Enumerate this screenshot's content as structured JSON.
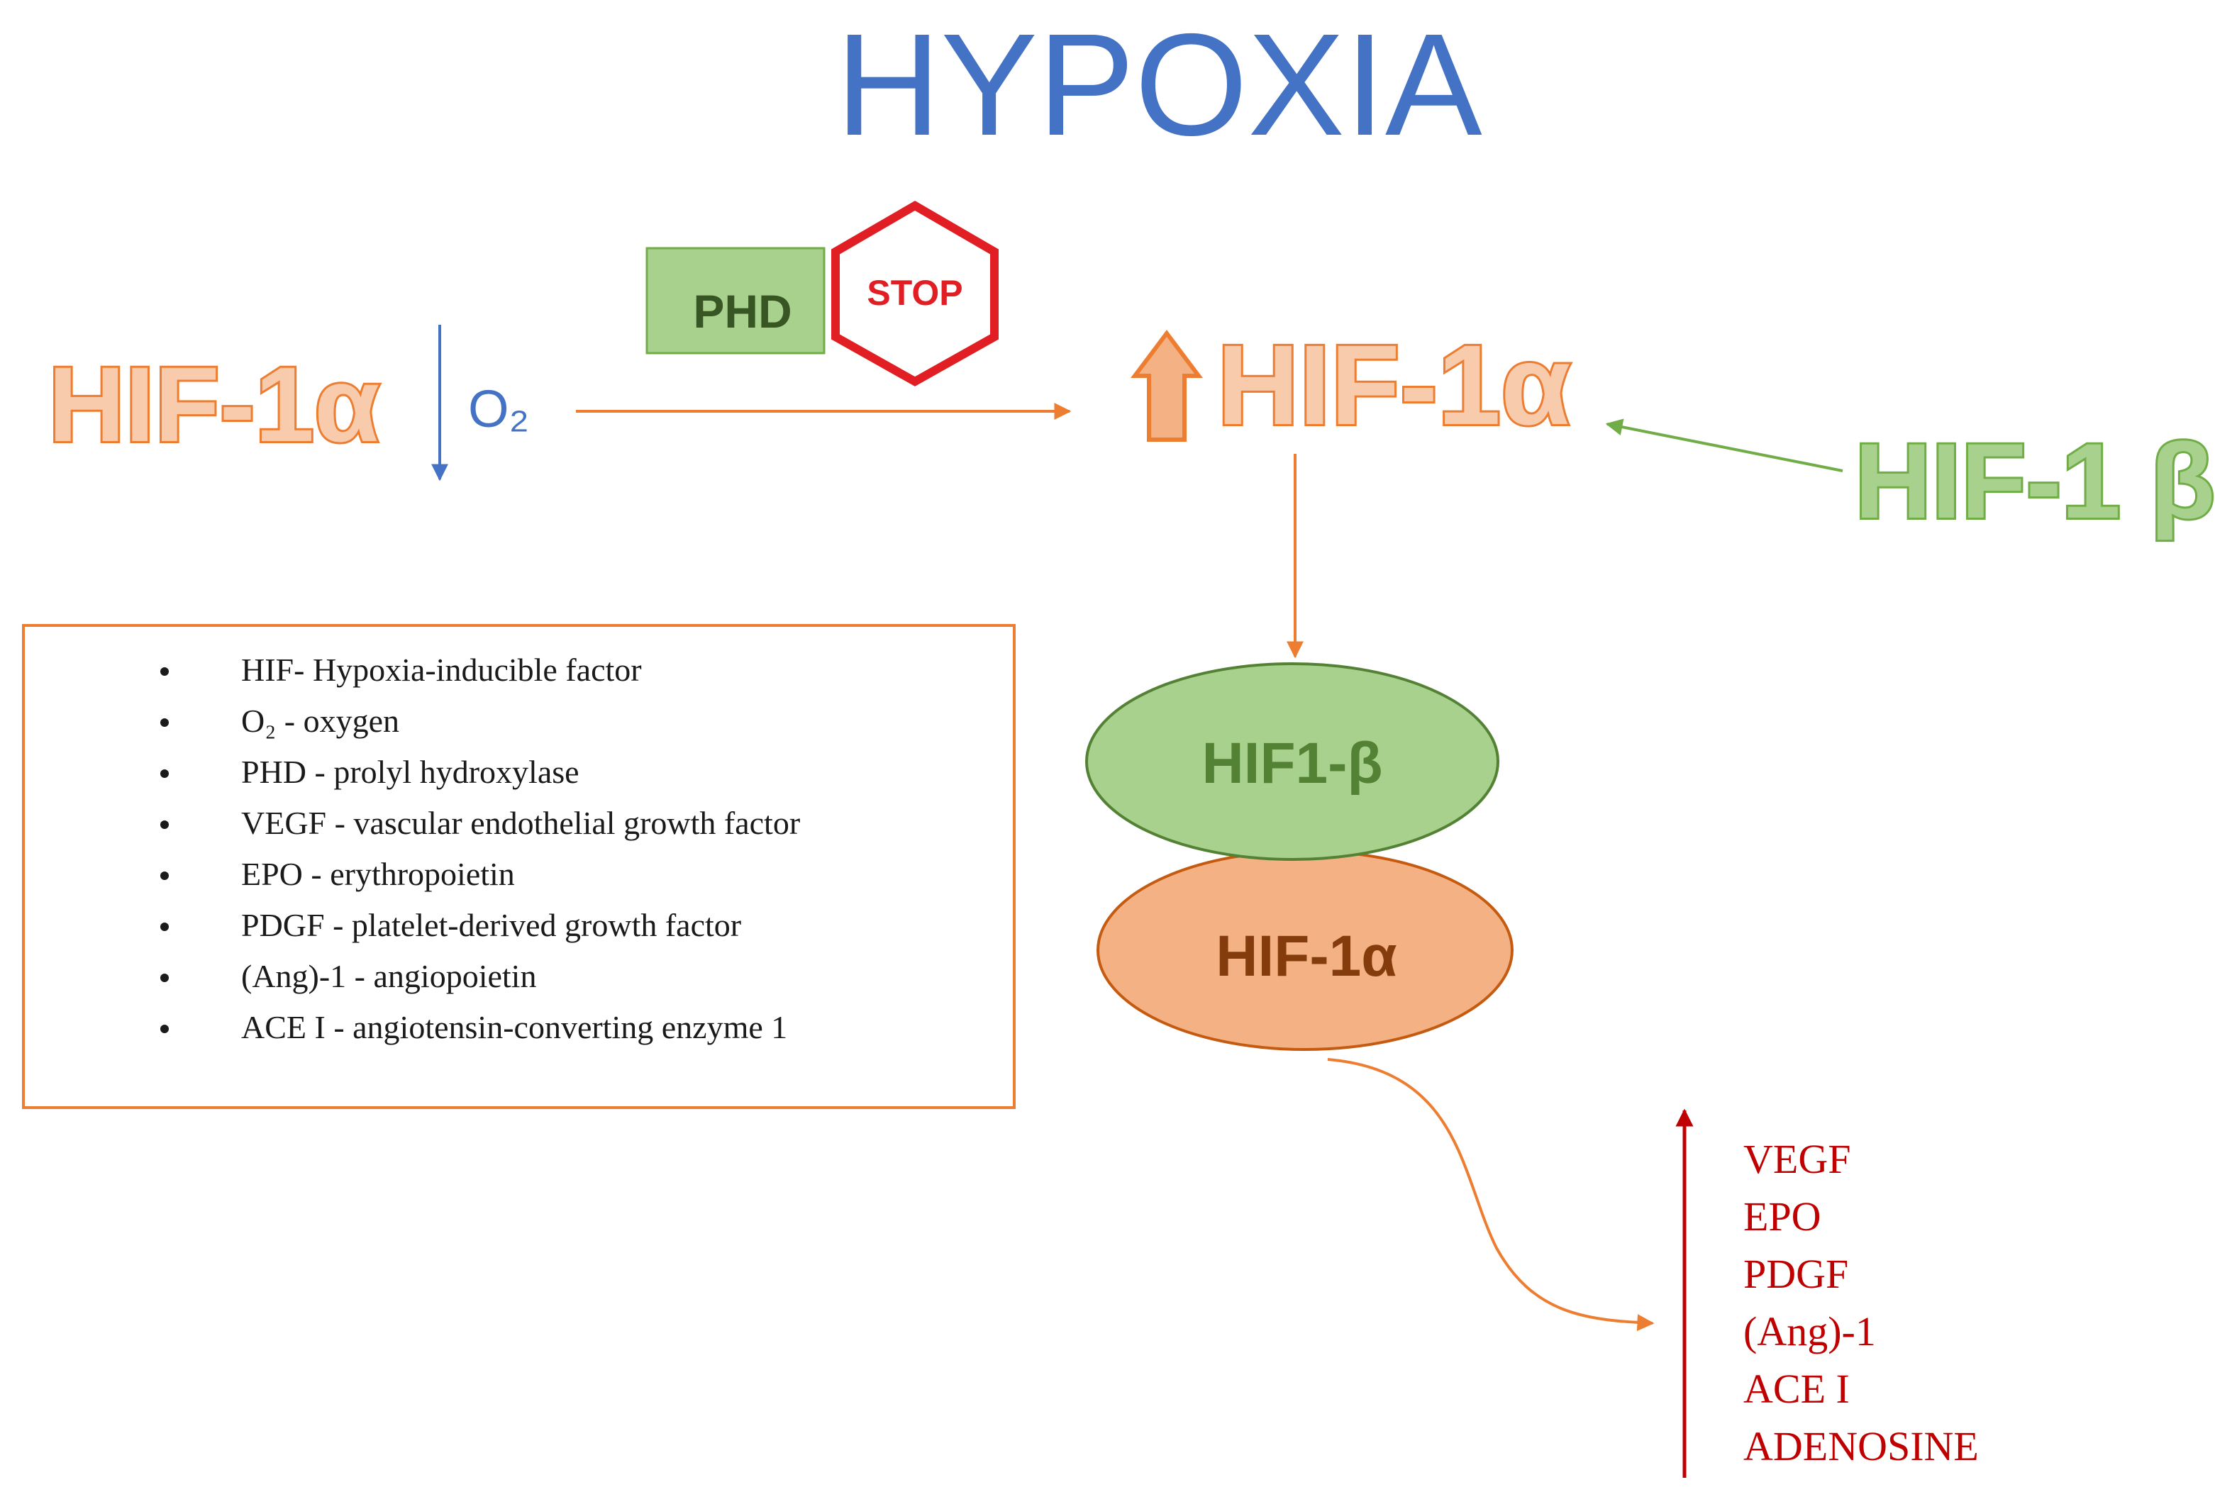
{
  "title": "HYPOXIA",
  "left_factor": "HIF-1α",
  "oxygen_label": "O₂",
  "phd_label": "PHD",
  "stop_label": "STOP",
  "upregulated_factor": "HIF-1α",
  "partner_factor": "HIF-1 β",
  "complex": {
    "top": "HIF1-β",
    "bottom": "HIF-1α"
  },
  "legend": [
    "HIF- Hypoxia-inducible factor",
    "O₂ - oxygen",
    "PHD - prolyl hydroxylase",
    "VEGF - vascular endothelial growth factor",
    "EPO - erythropoietin",
    "PDGF - platelet-derived growth factor",
    "(Ang)-1 - angiopoietin",
    "ACE I - angiotensin-converting enzyme 1"
  ],
  "products": [
    "VEGF",
    "EPO",
    "PDGF",
    "(Ang)-1",
    "ACE I",
    "ADENOSINE"
  ],
  "colors": {
    "title": "#4472C4",
    "hif_alpha_fill": "#F8CBAD",
    "hif_alpha_stroke": "#ED7D31",
    "hif_beta_fill": "#A9D18E",
    "hif_beta_stroke": "#70AD47",
    "phd_fill": "#A9D18E",
    "stop_red": "#E01E24",
    "legend_border": "#ED7D31",
    "products": "#C00000"
  }
}
